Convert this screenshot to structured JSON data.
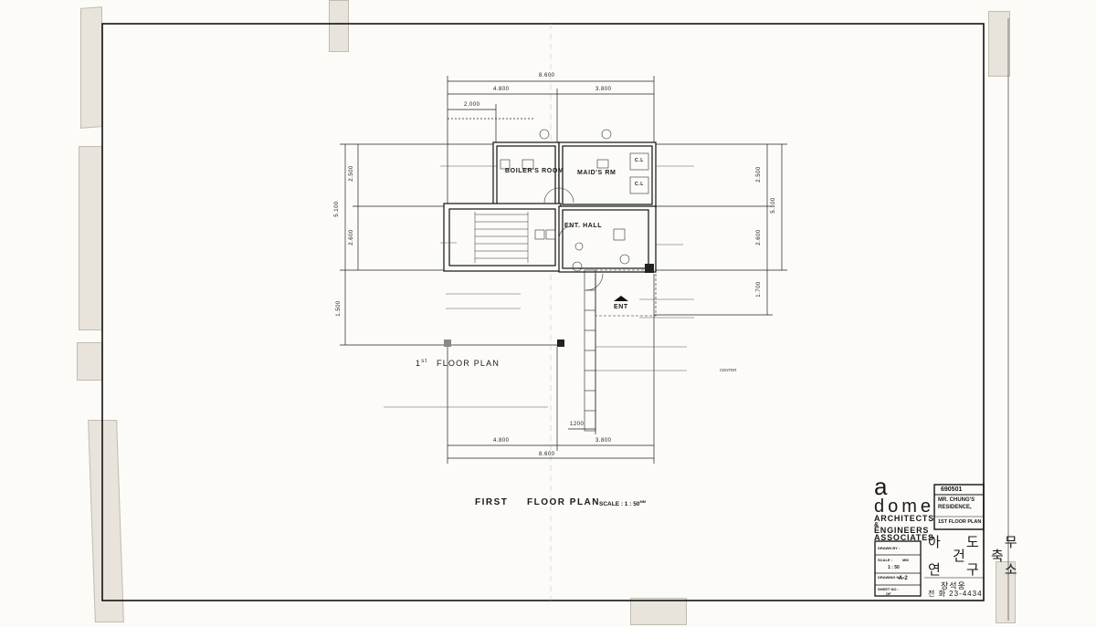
{
  "plan": {
    "dims_top": {
      "total": "8.600",
      "left": "4.800",
      "right": "3.800",
      "sub": "2.000"
    },
    "dims_bottom": {
      "total": "8.600",
      "left": "4.800",
      "right": "3.800",
      "small": "1200"
    },
    "dims_left": {
      "total": "5.100",
      "upper": "2.500",
      "lower": "2.600",
      "extra": "1.500"
    },
    "dims_right": {
      "total": "5.100",
      "upper": "2.500",
      "lower": "2.600",
      "extra": "1.700"
    },
    "rooms": {
      "boiler": "BOILER'S ROOM",
      "maid": "MAID'S RM",
      "hall": "ENT. HALL",
      "ent": "ENT",
      "cl1": "C.L",
      "cl2": "C.L"
    },
    "plan_label": {
      "sup": "st",
      "prefix": "1",
      "text": "FLOOR PLAN"
    },
    "note_center": "CENTER"
  },
  "caption": {
    "first": "FIRST",
    "floor_plan": "FLOOR PLAN",
    "scale": "SCALE : 1 : 50",
    "mm": "MM"
  },
  "title_block": {
    "logo_a": "a",
    "logo_dome": "dome",
    "firm_lines": [
      "ARCHITECTS",
      "&",
      "ENGINEERS",
      "ASSOCIATES"
    ],
    "project_no": "690501",
    "project_name": [
      "MR. CHUNG'S",
      "RESIDENCE,"
    ],
    "drawing_title": "1ST FLOOR PLAN",
    "drawn_by_label": "DRAWN BY :",
    "scale_label": "SCALE :",
    "scale_unit": "MM",
    "scale_value": "1 : 50",
    "drawing_no_label": "DRAWING NO :",
    "drawing_no": "A-2",
    "sheet_label": "SHEET NO :",
    "sheet_value": "OF",
    "korean_name": [
      "아 도 무",
      "건 축",
      "연 구 소"
    ],
    "korean_footer": "장석웅",
    "phone": "전 화 23-4434"
  }
}
